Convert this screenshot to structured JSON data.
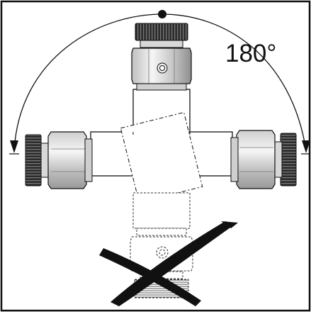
{
  "diagram": {
    "angle_label": "180°",
    "colors": {
      "line": "#111111",
      "knurl": "#2b2b2b",
      "metal_light": "#f2f2f2",
      "metal_mid": "#c8c8c8",
      "metal_dark": "#8a8a8a",
      "shadow": "#e6e6e6"
    },
    "parts": [
      "border-frame",
      "rotation-arc",
      "pivot-dot",
      "left-arrow",
      "right-arrow",
      "top-valve",
      "left-valve",
      "right-valve",
      "body-tube",
      "bottom-valve-ghost",
      "prohibited-cross"
    ]
  }
}
